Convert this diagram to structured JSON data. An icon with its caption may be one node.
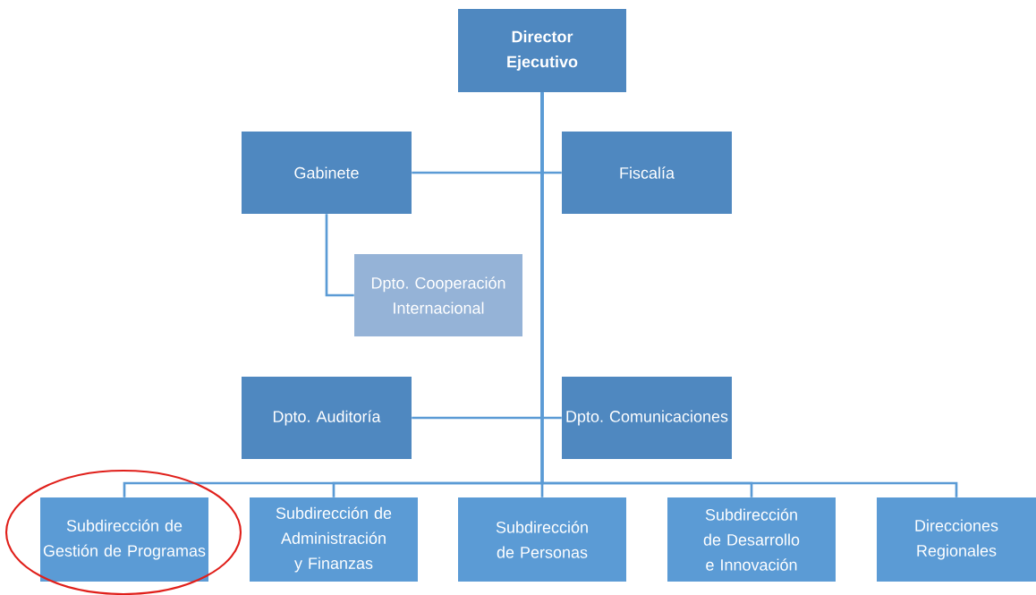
{
  "diagram": {
    "nodes": [
      {
        "text": [
          "Director Ejecutivo"
        ]
      },
      {
        "text": [
          "Gabinete"
        ]
      },
      {
        "text": [
          "Fiscalía"
        ]
      },
      {
        "text": [
          "Dpto. Cooperación Internacional"
        ]
      },
      {
        "text": [
          "Dpto. Auditoría"
        ]
      },
      {
        "text": [
          "Dpto. Comunicaciones"
        ]
      },
      {
        "text": [
          "Subdirección de Gestión de Programas"
        ]
      },
      {
        "text": [
          "Subdirección de Administración y Finanzas"
        ]
      },
      {
        "text": [
          "Subdirección de Personas"
        ]
      },
      {
        "text": [
          "Subdirección de Desarrollo e Innovación"
        ]
      },
      {
        "text": [
          "Direcciones Regionales"
        ]
      }
    ],
    "edges": [
      {
        "from": 0,
        "to": 1,
        "arrow": "none"
      },
      {
        "from": 0,
        "to": 2,
        "arrow": "none"
      },
      {
        "from": 1,
        "to": 3,
        "arrow": "none"
      },
      {
        "from": 0,
        "to": 4,
        "arrow": "none"
      },
      {
        "from": 0,
        "to": 5,
        "arrow": "none"
      },
      {
        "from": 0,
        "to": 6,
        "arrow": "none"
      },
      {
        "from": 0,
        "to": 7,
        "arrow": "none"
      },
      {
        "from": 0,
        "to": 8,
        "arrow": "none"
      },
      {
        "from": 0,
        "to": 9,
        "arrow": "none"
      },
      {
        "from": 0,
        "to": 10,
        "arrow": "none"
      }
    ]
  }
}
